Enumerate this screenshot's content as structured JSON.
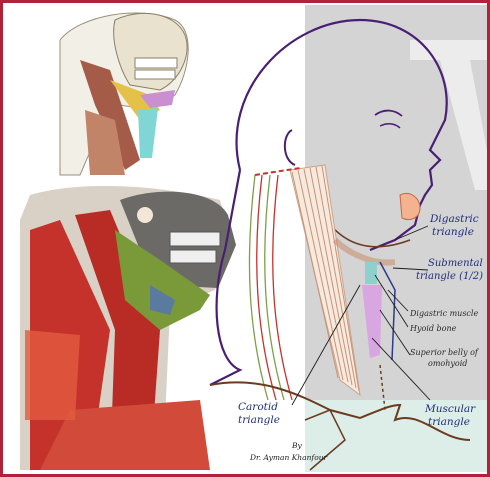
{
  "labels": {
    "digastric_1": "Digastric",
    "digastric_2": "triangle",
    "submental_1": "Submental",
    "submental_2": "triangle (1/2)",
    "digastric_muscle": "Digastric muscle",
    "hyoid": "Hyoid bone",
    "omohyoid_1": "Superior belly of",
    "omohyoid_2": "omohyoid",
    "muscular_1": "Muscular",
    "muscular_2": "triangle",
    "carotid_1": "Carotid",
    "carotid_2": "triangle",
    "credit_1": "By",
    "credit_2": "Dr. Ayman Khanfour"
  },
  "colors": {
    "frame": "#b0223a",
    "label_blue": "#1f2d7a",
    "outline_purple": "#4a1f73",
    "muscle_red": "#c4322b"
  }
}
